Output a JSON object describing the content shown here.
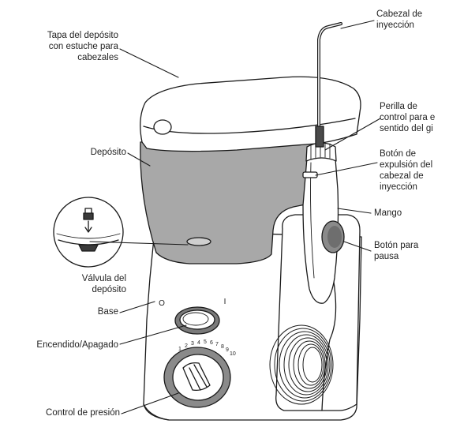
{
  "labels": {
    "tapa": [
      "Tapa del depósito",
      "con estuche para",
      "cabezales"
    ],
    "deposito": "Depósito",
    "valvula": [
      "Válvula del",
      "depósito"
    ],
    "base": "Base",
    "encendido": "Encendido/Apagado",
    "control_presion": "Control de presión",
    "cabezal": [
      "Cabezal de",
      "inyección"
    ],
    "perilla": [
      "Perilla de",
      "control para e",
      "sentido del gi"
    ],
    "boton_expulsion": [
      "Botón de",
      "expulsión del",
      "cabezal de",
      "inyección"
    ],
    "mango": "Mango",
    "boton_pausa": [
      "Botón para",
      "pausa"
    ]
  },
  "switch_marks": {
    "off": "O",
    "on": "I"
  },
  "dial_marks": [
    "1",
    "2",
    "3",
    "4",
    "5",
    "6",
    "7",
    "8",
    "9",
    "10"
  ],
  "colors": {
    "line": "#1a1a1a",
    "reservoir": "#a8a8a8",
    "dial_ring": "#8a8a8a",
    "text": "#222222"
  }
}
